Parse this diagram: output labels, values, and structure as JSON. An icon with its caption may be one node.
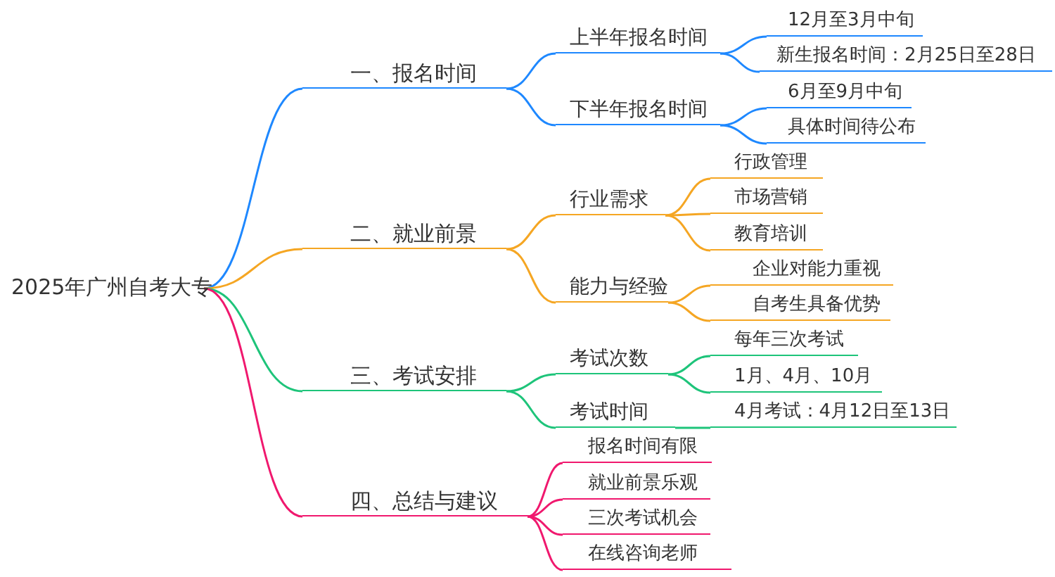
{
  "diagram": {
    "nodes": [
      {
        "text": [
          "2025年广州自考大专"
        ]
      },
      {
        "text": [
          "一、报名时间"
        ]
      },
      {
        "text": [
          "上半年报名时间"
        ]
      },
      {
        "text": [
          "12月至3月中旬"
        ]
      },
      {
        "text": [
          "新生报名时间：2月25日至28日"
        ]
      },
      {
        "text": [
          "下半年报名时间"
        ]
      },
      {
        "text": [
          "6月至9月中旬"
        ]
      },
      {
        "text": [
          "具体时间待公布"
        ]
      },
      {
        "text": [
          "二、就业前景"
        ]
      },
      {
        "text": [
          "行业需求"
        ]
      },
      {
        "text": [
          "行政管理"
        ]
      },
      {
        "text": [
          "市场营销"
        ]
      },
      {
        "text": [
          "教育培训"
        ]
      },
      {
        "text": [
          "能力与经验"
        ]
      },
      {
        "text": [
          "企业对能力重视"
        ]
      },
      {
        "text": [
          "自考生具备优势"
        ]
      },
      {
        "text": [
          "三、考试安排"
        ]
      },
      {
        "text": [
          "考试次数"
        ]
      },
      {
        "text": [
          "每年三次考试"
        ]
      },
      {
        "text": [
          "1月、4月、10月"
        ]
      },
      {
        "text": [
          "考试时间"
        ]
      },
      {
        "text": [
          "4月考试：4月12日至13日"
        ]
      },
      {
        "text": [
          "四、总结与建议"
        ]
      },
      {
        "text": [
          "报名时间有限"
        ]
      },
      {
        "text": [
          "就业前景乐观"
        ]
      },
      {
        "text": [
          "三次考试机会"
        ]
      },
      {
        "text": [
          "在线咨询老师"
        ]
      }
    ],
    "edges": [
      {
        "from": 0,
        "to": 1,
        "arrow": "none",
        "color": "#1e88ff"
      },
      {
        "from": 1,
        "to": 2,
        "arrow": "none",
        "color": "#1e88ff"
      },
      {
        "from": 2,
        "to": 3,
        "arrow": "none",
        "color": "#1e88ff"
      },
      {
        "from": 2,
        "to": 4,
        "arrow": "none",
        "color": "#1e88ff"
      },
      {
        "from": 1,
        "to": 5,
        "arrow": "none",
        "color": "#1e88ff"
      },
      {
        "from": 5,
        "to": 6,
        "arrow": "none",
        "color": "#1e88ff"
      },
      {
        "from": 5,
        "to": 7,
        "arrow": "none",
        "color": "#1e88ff"
      },
      {
        "from": 0,
        "to": 8,
        "arrow": "none",
        "color": "#f5a623"
      },
      {
        "from": 8,
        "to": 9,
        "arrow": "none",
        "color": "#f5a623"
      },
      {
        "from": 9,
        "to": 10,
        "arrow": "none",
        "color": "#f5a623"
      },
      {
        "from": 9,
        "to": 11,
        "arrow": "none",
        "color": "#f5a623"
      },
      {
        "from": 9,
        "to": 12,
        "arrow": "none",
        "color": "#f5a623"
      },
      {
        "from": 8,
        "to": 13,
        "arrow": "none",
        "color": "#f5a623"
      },
      {
        "from": 13,
        "to": 14,
        "arrow": "none",
        "color": "#f5a623"
      },
      {
        "from": 13,
        "to": 15,
        "arrow": "none",
        "color": "#f5a623"
      },
      {
        "from": 0,
        "to": 16,
        "arrow": "none",
        "color": "#1ec47a"
      },
      {
        "from": 16,
        "to": 17,
        "arrow": "none",
        "color": "#1ec47a"
      },
      {
        "from": 17,
        "to": 18,
        "arrow": "none",
        "color": "#1ec47a"
      },
      {
        "from": 17,
        "to": 19,
        "arrow": "none",
        "color": "#1ec47a"
      },
      {
        "from": 16,
        "to": 20,
        "arrow": "none",
        "color": "#1ec47a"
      },
      {
        "from": 20,
        "to": 21,
        "arrow": "none",
        "color": "#1ec47a"
      },
      {
        "from": 0,
        "to": 22,
        "arrow": "none",
        "color": "#f0186e"
      },
      {
        "from": 22,
        "to": 23,
        "arrow": "none",
        "color": "#f0186e"
      },
      {
        "from": 22,
        "to": 24,
        "arrow": "none",
        "color": "#f0186e"
      },
      {
        "from": 22,
        "to": 25,
        "arrow": "none",
        "color": "#f0186e"
      },
      {
        "from": 22,
        "to": 26,
        "arrow": "none",
        "color": "#f0186e"
      }
    ]
  }
}
